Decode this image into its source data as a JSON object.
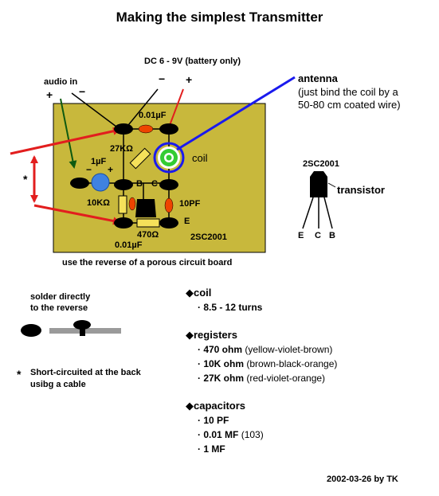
{
  "title": "Making the simplest Transmitter",
  "power": {
    "label": "DC 6 - 9V (battery only)",
    "minus": "−",
    "plus": "+"
  },
  "audio": {
    "label": "audio in",
    "plus": "+",
    "minus": "−"
  },
  "antenna": {
    "label": "antenna",
    "note_line1": "(just bind the coil  by a",
    "note_line2": "50-80 cm coated wire)"
  },
  "board": {
    "cap_top": "0.01µF",
    "res_27k": "27KΩ",
    "coil": "coil",
    "cap_1uf": "1µF",
    "minus": "−",
    "plus": "+",
    "node_b": "B",
    "node_c": "C",
    "node_e": "E",
    "res_10k": "10KΩ",
    "cap_10pf": "10PF",
    "res_470": "470Ω",
    "cap_bottom": "0.01µF",
    "transistor_label": "2SC2001",
    "short_marker": "*",
    "caption": "use the reverse of a porous circuit board"
  },
  "transistor": {
    "model": "2SC2001",
    "label": "transistor",
    "pin_e": "E",
    "pin_c": "C",
    "pin_b": "B"
  },
  "legend": {
    "solder_line1": "solder directly",
    "solder_line2": "to the reverse",
    "short_marker": "*",
    "short_line1": "Short-circuited  at the back",
    "short_line2": "usibg a cable"
  },
  "specs": {
    "coil_heading": "◆coil",
    "coil_turns": "· 8.5 - 12 turns",
    "registers_heading": "◆registers",
    "registers": [
      {
        "name": "· 470 ohm",
        "colors": " (yellow-violet-brown)"
      },
      {
        "name": "· 10K ohm",
        "colors": " (brown-black-orange)"
      },
      {
        "name": "· 27K ohm",
        "colors": " (red-violet-orange)"
      }
    ],
    "capacitors_heading": "◆capacitors",
    "capacitors": [
      {
        "name": "· 10 PF",
        "note": ""
      },
      {
        "name": "· 0.01 MF",
        "note": " (103)"
      },
      {
        "name": "· 1 MF",
        "note": ""
      }
    ]
  },
  "footer": "2002-03-26 by TK",
  "colors": {
    "board": "#c8b83c",
    "arrow_red": "#e21e1e",
    "antenna_blue": "#1a1aee",
    "audio_green": "#0e5a10",
    "resistor": "#f5e15a",
    "capacitor": "#ee4400",
    "cap_1uf": "#3f82e0",
    "coil_green": "#33cc33"
  }
}
